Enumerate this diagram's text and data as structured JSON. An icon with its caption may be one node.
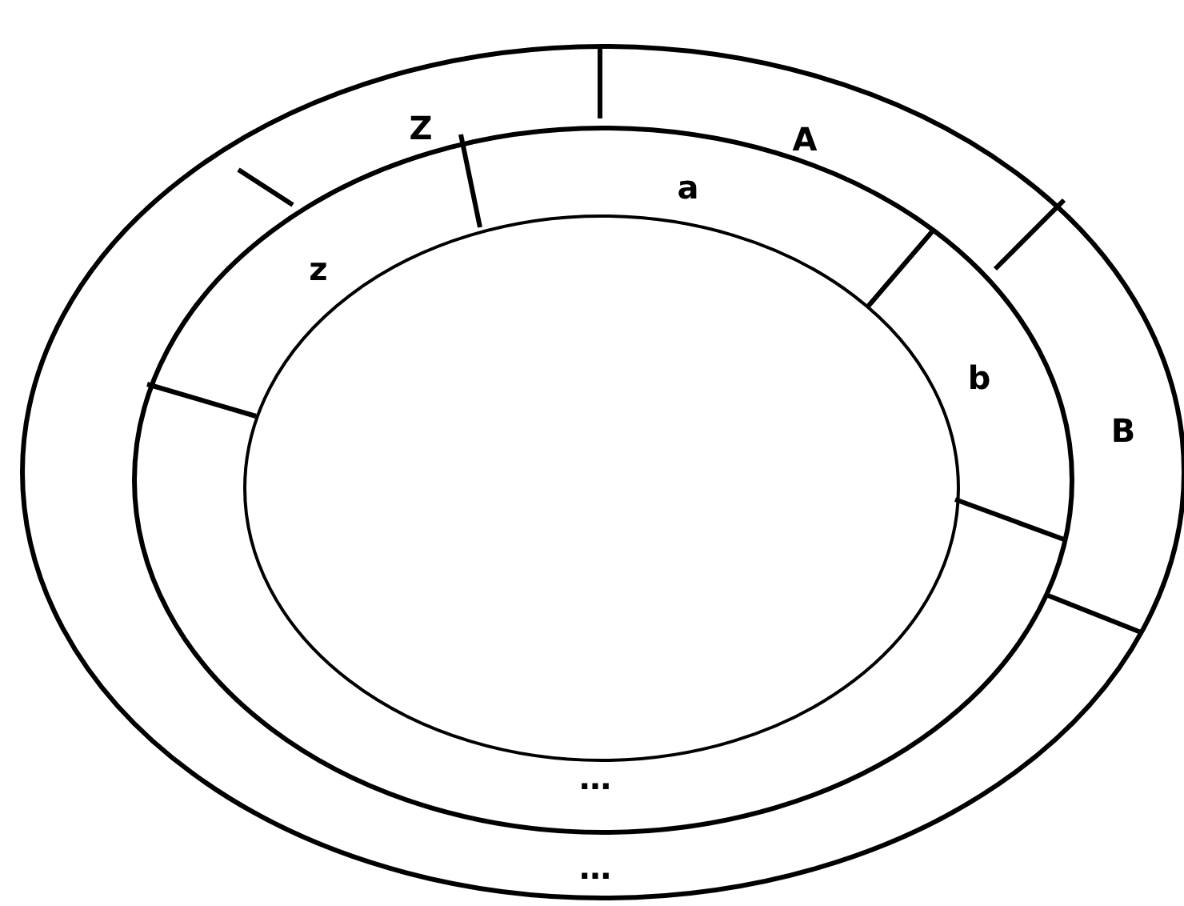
{
  "diagram": {
    "labels": [
      "Z",
      "A",
      "a",
      "z",
      "b",
      "B",
      "…",
      "…"
    ]
  }
}
